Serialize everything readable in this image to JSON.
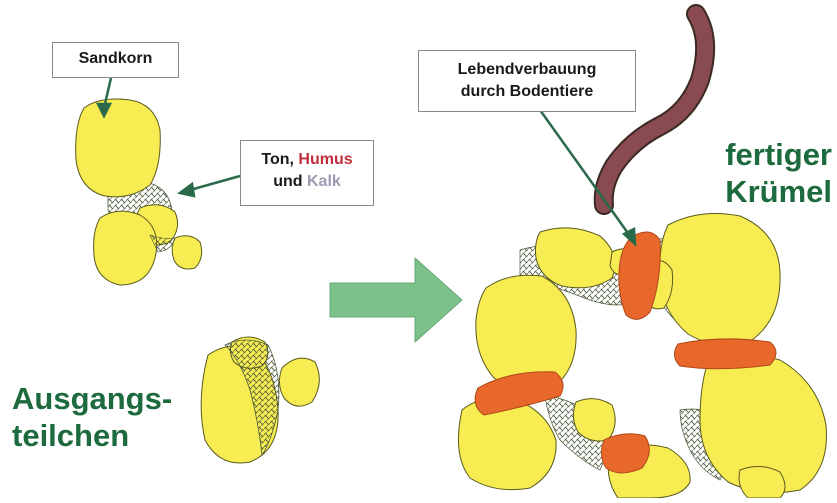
{
  "labels": {
    "sandkorn": "Sandkorn",
    "ton_prefix": "Ton, ",
    "humus": "Humus",
    "und": "und ",
    "kalk": "Kalk",
    "lebend_line1": "Lebendverbauung",
    "lebend_line2": "durch Bodentiere",
    "fertiger": "fertiger",
    "kruemel": "Krümel",
    "ausgangs": "Ausgangs-",
    "teilchen": "teilchen"
  },
  "colors": {
    "grain": "#f7ec52",
    "grain_outline": "#5a5a1e",
    "crumb_binder": "#e8682c",
    "worm": "#8a4a52",
    "arrow": "#7cc08a",
    "title_green": "#1c6a3e",
    "humus_red": "#c0303a",
    "kalk_gray": "#9a9ab0"
  }
}
